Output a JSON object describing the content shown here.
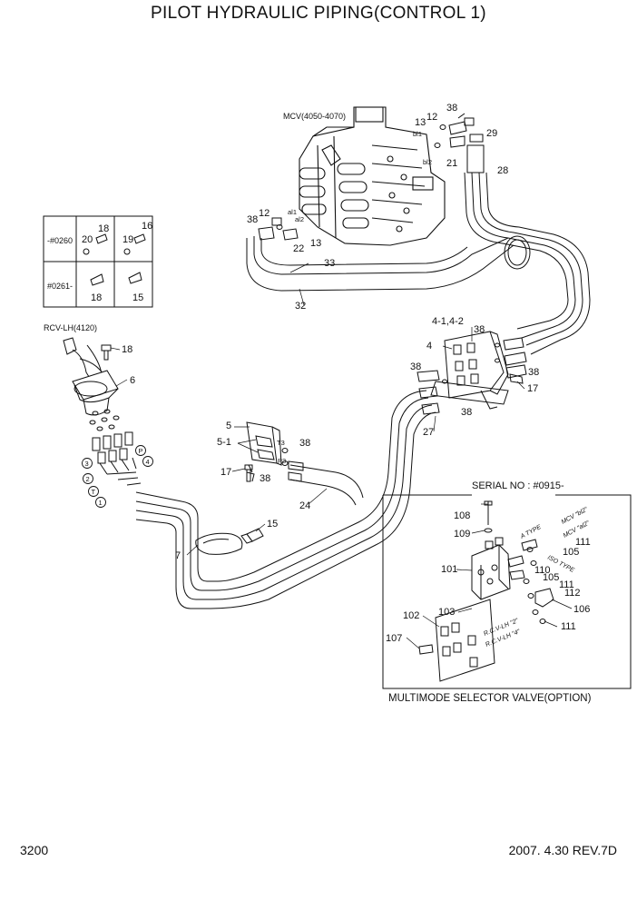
{
  "title": "PILOT HYDRAULIC PIPING(CONTROL 1)",
  "footer": {
    "page": "3200",
    "revision": "2007. 4.30 REV.7D"
  },
  "table": {
    "row1_label": "-#0260",
    "row2_label": "#0261-",
    "r1_a_top": "18",
    "r1_a_bot": "20",
    "r1_b_top": "16",
    "r1_b_bot": "19",
    "r2_a": "18",
    "r2_b": "15"
  },
  "components": {
    "mcv": "MCV(4050-4070)",
    "rcv": "RCV-LH(4120)",
    "serial": "SERIAL NO : #0915-",
    "multimode": "MULTIMODE SELECTOR VALVE(OPTION)"
  },
  "callouts": {
    "c38a": "38",
    "c12a": "12",
    "c13a": "13",
    "c29": "29",
    "c21": "21",
    "c28": "28",
    "cbl1": "bl1",
    "cbl2": "bl2",
    "c38b": "38",
    "c12b": "12",
    "cal1": "al1",
    "cal2": "al2",
    "c13b": "13",
    "c22": "22",
    "c33": "33",
    "c32": "32",
    "c18": "18",
    "c6": "6",
    "c412": "4-1,4-2",
    "c4": "4",
    "c38c": "38",
    "c38d": "38",
    "c38e": "38",
    "c38f": "38",
    "c17a": "17",
    "c27": "27",
    "c5": "5",
    "c51": "5-1",
    "cT3": "T3",
    "cP3": "P3",
    "c38g": "38",
    "c38h": "38",
    "c17b": "17",
    "c24": "24",
    "c15": "15",
    "c7": "7",
    "p3": "3",
    "p2": "2",
    "pT": "T",
    "p1": "1",
    "pP": "P",
    "p4": "4",
    "c108": "108",
    "c109": "109",
    "c101": "101",
    "c105a": "105",
    "c111a": "111",
    "c110": "110",
    "c105b": "105",
    "c111b": "111",
    "c112": "112",
    "c106": "106",
    "c102": "102",
    "c103": "103",
    "c107": "107",
    "c111c": "111",
    "atype": "A TYPE",
    "mcvbl2": "MCV \"bl2\"",
    "mcval2": "MCV \"al2\"",
    "isotype": "ISO TYPE",
    "rcvlh2": "R.C.V-LH \"2\"",
    "rcvlh4": "R.C.V-LH \"4\""
  }
}
